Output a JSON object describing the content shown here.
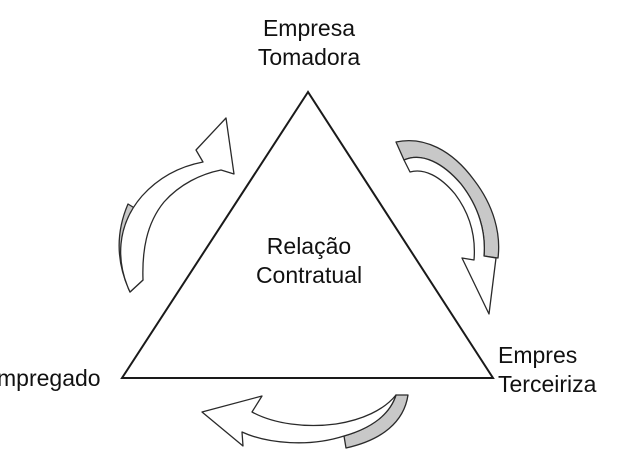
{
  "diagram": {
    "top_node": {
      "line1": "Empresa",
      "line2": "Tomadora"
    },
    "center": {
      "line1": "Relação",
      "line2": "Contratual"
    },
    "left_node": {
      "text": "mpregado"
    },
    "right_node": {
      "line1": "Empres",
      "line2": "Terceiriza"
    }
  }
}
